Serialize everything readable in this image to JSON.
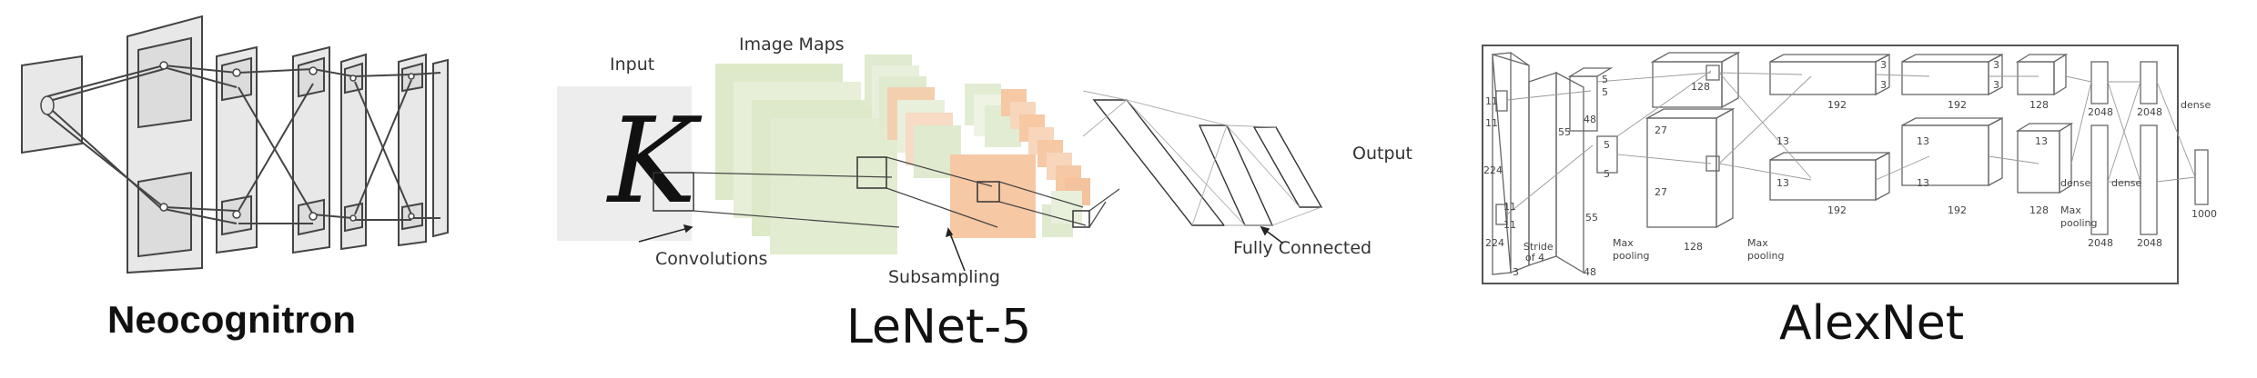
{
  "neocognitron": {
    "caption": "Neocognitron"
  },
  "lenet": {
    "caption": "LeNet-5",
    "labels": {
      "input": "Input",
      "image_maps": "Image Maps",
      "output": "Output",
      "convolutions": "Convolutions",
      "subsampling": "Subsampling",
      "fully_connected": "Fully Connected",
      "glyph": "K"
    }
  },
  "alexnet": {
    "caption": "AlexNet",
    "labels": {
      "d224a": "224",
      "d224b": "224",
      "d11a": "11",
      "d11b": "11",
      "d11c": "11",
      "d11d": "11",
      "stride": "Stride",
      "of4": "of 4",
      "d3": "3",
      "d55a": "55",
      "d55b": "55",
      "d48a": "48",
      "d48b": "48",
      "d5a": "5",
      "d5b": "5",
      "d5c": "5",
      "d5d": "5",
      "maxpool1": "Max",
      "maxpool1b": "pooling",
      "d27a": "27",
      "d27b": "27",
      "d128a": "128",
      "d128b": "128",
      "maxpool2": "Max",
      "maxpool2b": "pooling",
      "d13a": "13",
      "d13b": "13",
      "d13c": "13",
      "d13d": "13",
      "d13e": "13",
      "d3a": "3",
      "d3b": "3",
      "d3c": "3",
      "d3d": "3",
      "d192a": "192",
      "d192b": "192",
      "d192c": "192",
      "d192d": "192",
      "d128c": "128",
      "d128d": "128",
      "maxpool3": "Max",
      "maxpool3b": "pooling",
      "d2048a": "2048",
      "d2048b": "2048",
      "d2048c": "2048",
      "d2048d": "2048",
      "dense1": "dense",
      "dense2": "dense",
      "dense3": "dense",
      "d1000": "1000"
    }
  }
}
